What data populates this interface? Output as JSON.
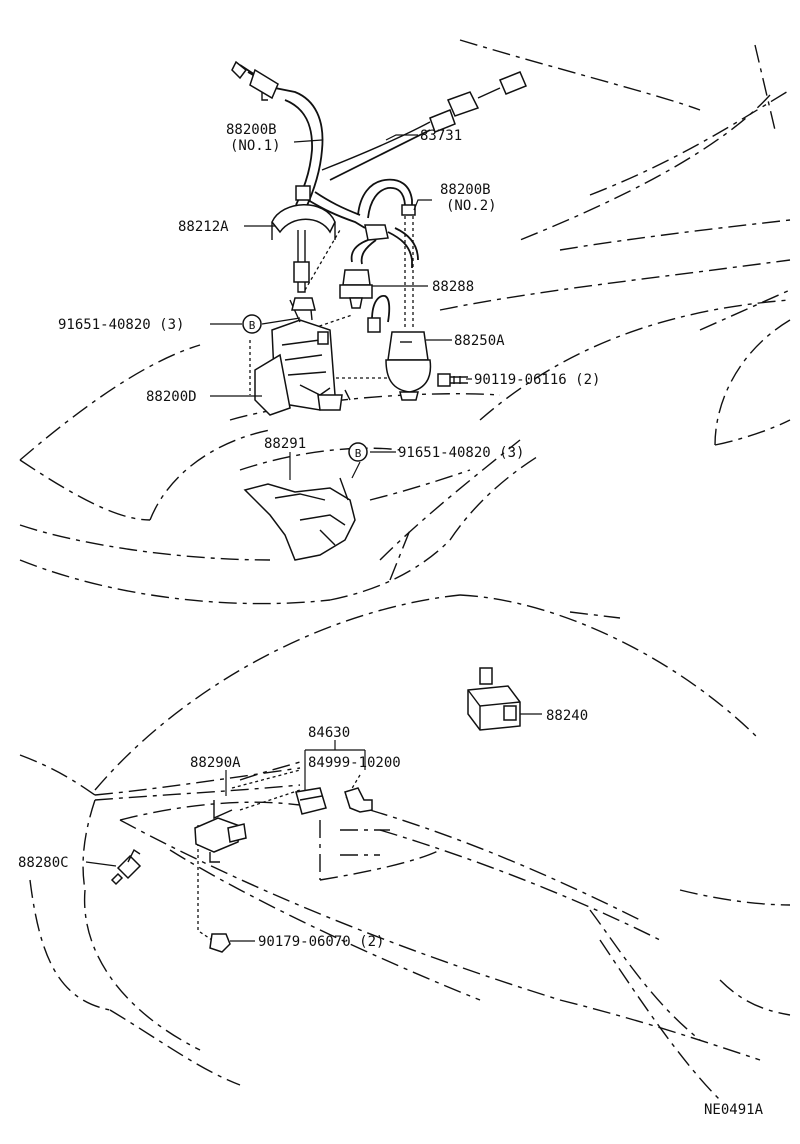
{
  "labels": {
    "p88200b_no1": "88200B",
    "p88200b_no1_sub": "(NO.1)",
    "p83731": "83731",
    "p88200b_no2": "88200B",
    "p88200b_no2_sub": "(NO.2)",
    "p88212a": "88212A",
    "p88288": "88288",
    "p91651_top": "91651-40820 (3)",
    "p88250a": "88250A",
    "p90119": "90119-06116 (2)",
    "p88200d": "88200D",
    "p88291": "88291",
    "p91651_mid": "91651-40820 (3)",
    "p84630": "84630",
    "p84999": "84999-10200",
    "p88240": "88240",
    "p88290a": "88290A",
    "p88280c": "88280C",
    "p90179": "90179-06070 (2)",
    "bolt_marker": "B",
    "diagram_code": "NE0491A"
  }
}
